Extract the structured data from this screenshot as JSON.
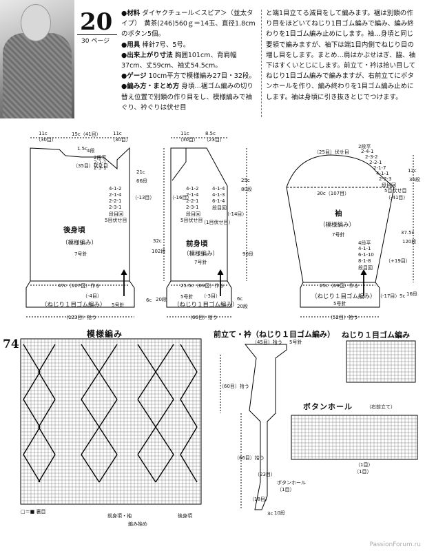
{
  "header": {
    "pattern_number": "20",
    "page_ref": "30 ページ"
  },
  "instructions": {
    "materials_label": "●材料",
    "materials_text": "ダイヤクチュール＜スピア＞（並太タイプ）　黄茶(246)560ｇ＝14玉、直径1.8cmのボタン5個。",
    "tools_label": "●用具",
    "tools_text": "棒針7号、5号。",
    "size_label": "●出来上がり寸法",
    "size_text": "胸囲101cm、背肩幅37cm、丈59cm、袖丈54.5cm。",
    "gauge_label": "●ゲージ",
    "gauge_text": "10cm平方で模様編み27目・32段。",
    "method_label": "●編み方・まとめ方",
    "method_text": "身頃…裾ゴム編みの切り替え位置で別鎖の作り目をし、模様編みで袖ぐり、衿ぐりは伏せ目と端1目立てる減目をして編みます。裾は別鎖の作り目をほどいてねじり1目ゴム編みで編み、編み終わりを1目ゴム編み止めにします。袖…身頃と同じ要領で編みますが、袖下は端1目内側でねじり目の増し目をします。まとめ…肩はかぶせはぎ、脇、袖下はすくいとじにします。前立て・衿は拾い目してねじり1目ゴム編みで編みますが、右前立てにボタンホールを作り、編み終わりを1目ゴム編み止めにします。袖は身頃に引き抜きとじでつけます。"
  },
  "back": {
    "title": "後身頃",
    "sub": "（模様編み）",
    "needle": "7号針",
    "top_dims": [
      "11c",
      "15c（41目）",
      "11c"
    ],
    "top_stitches": [
      "（30目）",
      "（30目）"
    ],
    "neck_drop": "1.5c",
    "neck_rows": "4段",
    "neck_shaping": [
      "2段平",
      "2-1-1",
      "2-3-1"
    ],
    "neck_bind": "（35目）伏せ目",
    "armhole_h": "21c",
    "armhole_rows": "66段",
    "armhole_shaping": [
      "4-1-2",
      "2-1-4",
      "2-2-1",
      "2-3-1",
      "段目回",
      "5目伏せ目"
    ],
    "armhole_dec": "（-13目）",
    "body_h": "32c",
    "body_rows": "102段",
    "width": "47c（127目）作る",
    "rib_dec": "（-4目）",
    "rib_label": "（ねじり１目ゴム編み）",
    "rib_needle": "5号針",
    "rib_h": "6c",
    "rib_rows": "20段",
    "bottom_width": "（123目）拾う"
  },
  "front": {
    "title": "前身頃",
    "sub": "（模様編み）",
    "needle": "7号針",
    "top_dims": [
      "11c",
      "8.5c"
    ],
    "top_stitches": [
      "（30目）",
      "（23目）"
    ],
    "neck_h": "25c",
    "neck_rows": "80段",
    "neck_shaping": [
      "4-1-4",
      "4-1-3",
      "6-1-4",
      "段目回"
    ],
    "neck_bind": "（1目伏せ目）",
    "armhole_shaping": [
      "4-1-2",
      "2-1-4",
      "2-2-1",
      "2-3-1",
      "段目回",
      "5目伏せ目"
    ],
    "armhole_dec": "（-16目）",
    "neck_dec": "（-14目）",
    "body_rows": "90段",
    "width": "25.5c（69目）作る",
    "rib_dec": "（-3目）",
    "rib_label": "（ねじり１目ゴム編み）",
    "rib_needle": "5号針",
    "rib_h": "6c",
    "rib_rows": "20段",
    "bottom_width": "（66目）拾う"
  },
  "sleeve": {
    "title": "袖",
    "sub": "（模様編み）",
    "needle": "7号針",
    "cap_top": "（25目）伏せ目",
    "cap_shaping": [
      "2段平",
      "2-4-1",
      "2-3-2",
      "2-2-1",
      "2-1-7",
      "4-1-1",
      "2-2-3",
      "段目回",
      "5目伏せ目"
    ],
    "cap_dec": "（-41目）",
    "cap_h": "12c",
    "cap_rows": "36段",
    "upper_width": "30c（107目）",
    "side_inc": [
      "4段平",
      "4-1-1",
      "6-1-10",
      "8-1-8",
      "段目回"
    ],
    "side_inc_total": "（+19目）",
    "length": "37.5c",
    "length_rows": "120段",
    "width": "25c（69目）作る",
    "rib_dec": "（-17目）",
    "rib_label": "（ねじり１目ゴム編み）",
    "rib_needle": "5号針",
    "rib_h": "5c",
    "rib_rows": "16段",
    "bottom_width": "（52目）拾う"
  },
  "chart": {
    "title": "模様編み",
    "legend": "□＝■ 裏目",
    "labels": [
      "前身頃・袖",
      "後身頃",
      "編み始め"
    ],
    "page_number": "74"
  },
  "band": {
    "title": "前立て・衿（ねじり１目ゴム編み）",
    "top": "（45目）拾う",
    "needle": "5号針",
    "side": "（60目）拾う",
    "middle": "（66目）拾う",
    "low": "（23目）",
    "buttonhole": "ボタンホール",
    "buttonhole_sub": "（1目）",
    "bottom": "（18目）",
    "base_h": "3c",
    "base_rows": "10段"
  },
  "rib_chart": {
    "title": "ねじり１目ゴム編み"
  },
  "buttonhole_chart": {
    "title": "ボタンホール",
    "sub": "（右前立て）",
    "b1": "（1目）",
    "b2": "（1目）"
  },
  "watermark": "PassionForum.ru"
}
